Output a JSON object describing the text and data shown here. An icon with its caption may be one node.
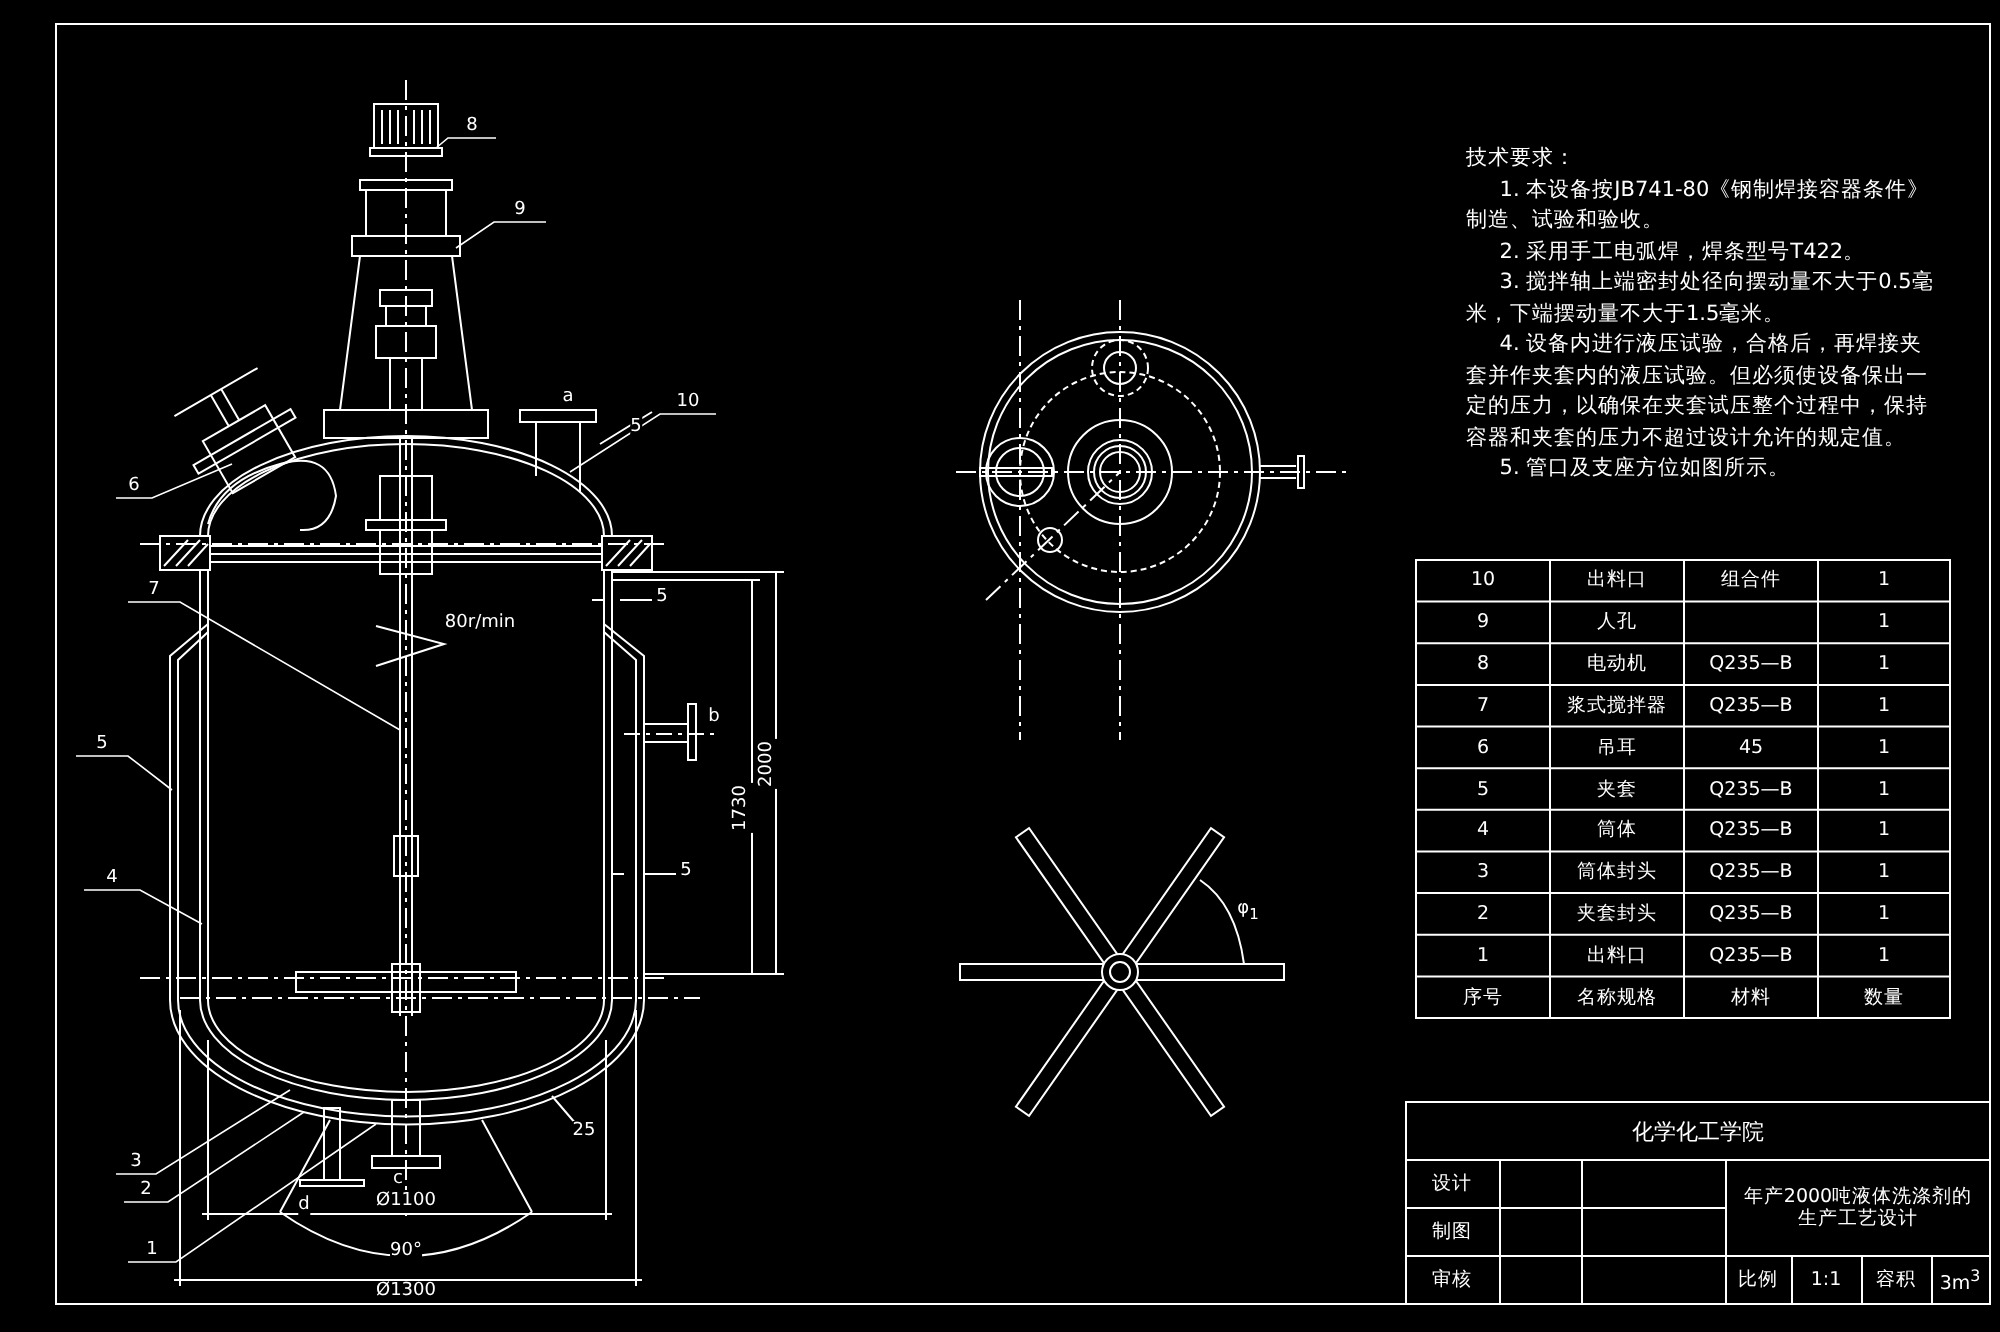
{
  "diagram": {
    "nodes": [
      {
        "text": [
          "8"
        ]
      },
      {
        "text": [
          "9"
        ]
      },
      {
        "text": [
          "10"
        ]
      },
      {
        "text": [
          "6"
        ]
      },
      {
        "text": [
          "7"
        ]
      },
      {
        "text": [
          "5"
        ]
      },
      {
        "text": [
          "4"
        ]
      },
      {
        "text": [
          "3"
        ]
      },
      {
        "text": [
          "2"
        ]
      },
      {
        "text": [
          "1"
        ]
      }
    ],
    "edges": [
      {
        "from": 0,
        "to": null,
        "arrow": "none"
      },
      {
        "from": 1,
        "to": null,
        "arrow": "none"
      },
      {
        "from": 2,
        "to": null,
        "arrow": "none"
      },
      {
        "from": 3,
        "to": null,
        "arrow": "none"
      },
      {
        "from": 4,
        "to": null,
        "arrow": "none"
      },
      {
        "from": 5,
        "to": null,
        "arrow": "none"
      },
      {
        "from": 6,
        "to": null,
        "arrow": "none"
      },
      {
        "from": 7,
        "to": null,
        "arrow": "none"
      },
      {
        "from": 8,
        "to": null,
        "arrow": "none"
      },
      {
        "from": 9,
        "to": null,
        "arrow": "none"
      }
    ],
    "labels": [
      "技术要求：",
      "1. 本设备按JB741-80《钢制焊接容器条件》制造、试验和验收。",
      "2. 采用手工电弧焊，焊条型号T422。",
      "3. 搅拌轴上端密封处径向摆动量不大于0.5毫米，下端摆动量不大于1.5毫米。",
      "4. 设备内进行液压试验，合格后，再焊接夹套并作夹套内的液压试验。但必须使设备保出一定的压力，以确保在夹套试压整个过程中，保持容器和夹套的压力不超过设计允许的规定值。",
      "5. 管口及支座方位如图所示。",
      "a",
      "5",
      "5",
      "80r/min",
      "b",
      "2000",
      "1730",
      "5",
      "25",
      "c",
      "d",
      "Ø1100",
      "90°",
      "Ø1300",
      "φ$_{1}$",
      "10",
      "出料口",
      "组合件",
      "1",
      "9",
      "人孔",
      "1",
      "8",
      "电动机",
      "Q235—B",
      "1",
      "7",
      "浆式搅拌器",
      "Q235—B",
      "1",
      "6",
      "吊耳",
      "45",
      "1",
      "5",
      "夹套",
      "Q235—B",
      "1",
      "4",
      "筒体",
      "Q235—B",
      "1",
      "3",
      "筒体封头",
      "Q235—B",
      "1",
      "2",
      "夹套封头",
      "Q235—B",
      "1",
      "1",
      "出料口",
      "Q235—B",
      "1",
      "序号",
      "名称规格",
      "材料",
      "数量",
      "化学化工学院",
      "设计",
      "年产2000吨液体洗涤剂的生产工艺设计",
      "制图",
      "审核",
      "比例",
      "1:1",
      "容积",
      "3m$^{3}$"
    ]
  }
}
